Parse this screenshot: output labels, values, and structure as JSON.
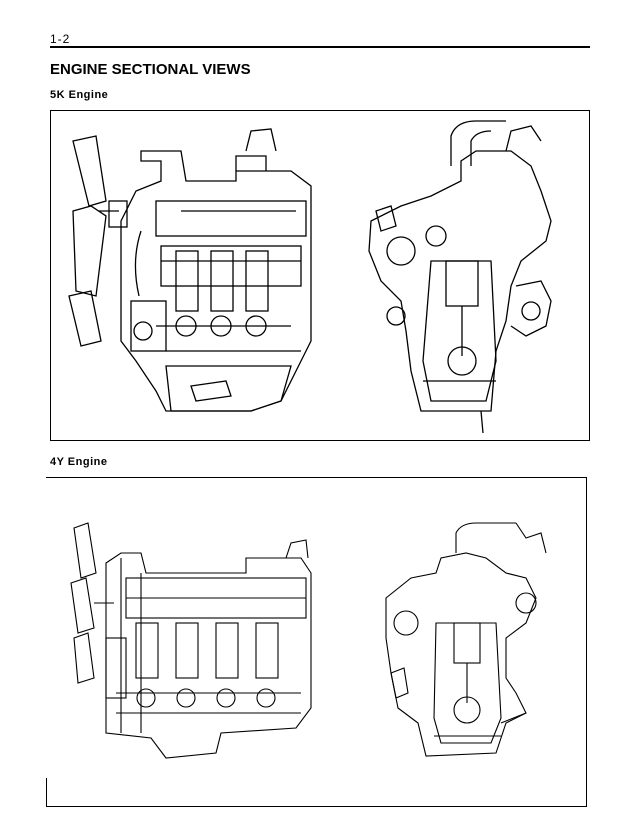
{
  "page": {
    "number": "1-2",
    "title": "ENGINE SECTIONAL VIEWS"
  },
  "figures": [
    {
      "label": "5K Engine"
    },
    {
      "label": "4Y Engine"
    }
  ]
}
